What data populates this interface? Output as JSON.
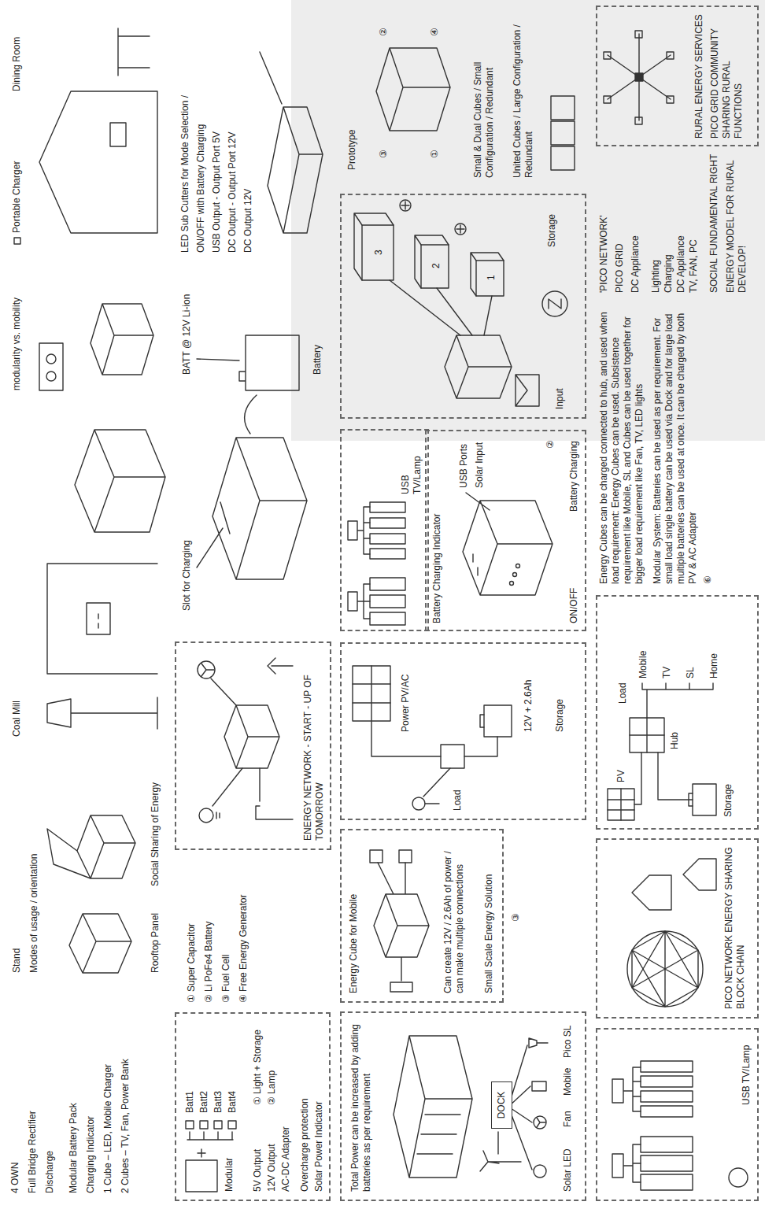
{
  "diagram": {
    "nodes": [
      {
        "text": [
          "Batt1",
          "Batt2",
          "Batt3",
          "Batt4",
          "Modular",
          "5V Output",
          "12V Output",
          "AC-DC Adapter",
          "① Light + Storage",
          "② Lamp",
          "Overcharge protection",
          "Solar Power Indicator"
        ]
      },
      {
        "text": [
          "ENERGY NETWORK - START - UP OF TOMORROW"
        ]
      },
      {
        "text": [
          "Total Power can be increased by adding batteries as per requirement",
          "Solar LED",
          "Fan",
          "Mobile",
          "Pico SL"
        ]
      },
      {
        "text": [
          "DOCK"
        ],
        "in": 2
      },
      {
        "text": [
          "Energy Cube for Mobile",
          "Can create 12V / 2.6Ah of power / can make multiple connections",
          "Small Scale Energy Solution"
        ]
      },
      {
        "text": [
          "Power PV/AC",
          "Load",
          "12V + 2.6Ah",
          "Storage"
        ]
      },
      {
        "text": [
          "USB TV/Lamp"
        ]
      },
      {
        "text": [
          "Battery Charging Indicator",
          "USB Ports",
          "Solar Input",
          "②",
          "ON/OFF",
          "Battery Charging"
        ]
      },
      {
        "text": [
          "3",
          "2",
          "1",
          "Input",
          "Storage"
        ]
      },
      {
        "text": [
          "USB TV/Lamp"
        ]
      },
      {
        "text": [
          "PICO NETWORK ENERGY SHARING BLOCK CHAIN"
        ]
      },
      {
        "text": [
          "PV",
          "Load",
          "Mobile",
          "TV",
          "SL",
          "Home",
          "Hub",
          "Storage"
        ]
      },
      {
        "text": [
          "RURAL ENERGY SERVICES",
          "PICO GRID COMMUNITY SHARING RURAL FUNCTIONS"
        ]
      }
    ],
    "labels": [
      "4 OWN",
      "Full Bridge Rectifier",
      "Discharge",
      "Modular Battery Pack",
      "Charging Indicator",
      "1 Cube – LED, Mobile Charger",
      "2 Cubes – TV, Fan, Power Bank",
      "Stand",
      "Modes of usage / orientation",
      "Rooftop Panel",
      "Social Sharing of Energy",
      "Coal Mill",
      "modularity vs. mobility",
      "Portable Charger",
      "Dining Room",
      "① Super Capacitor",
      "② Li PoFe4 Battery",
      "③ Fuel Cell",
      "④ Free Energy Generator",
      "Slot for Charging",
      "BATT @ 12V Li-ion",
      "Battery",
      "LED Sub Cutters for Mode Selection /",
      "ON/OFF with Battery Charging",
      "USB Output - Output Port 5V",
      "DC Output - Output Port 12V",
      "DC Output 12V",
      "③",
      "Prototype",
      "③",
      "②",
      "①",
      "④",
      "Small & Dual Cubes / Small Configuration / Redundant",
      "United Cubes / Large Configuration / Redundant",
      "Energy Cubes can be charged connected to hub, and used when load requirement: Energy Cubes can be used. Subsistence requirement like Mobile, SL and Cubes can be used together for bigger load requirement like Fan, TV, LED lights",
      "Modular System: Batteries can be used as per requirement. For small load single battery can be used via Dock and for large load multiple batteries can be used at once. It can be charged by both PV & AC Adapter",
      "⑥",
      "'PICO NETWORK'",
      "PICO GRID",
      "DC Appliance",
      "Lighting",
      "Charging",
      "DC Appliance",
      "TV, FAN, PC",
      "SOCIAL FUNDAMENTAL RIGHT",
      "ENERGY MODEL FOR RURAL DEVELOP!"
    ]
  }
}
